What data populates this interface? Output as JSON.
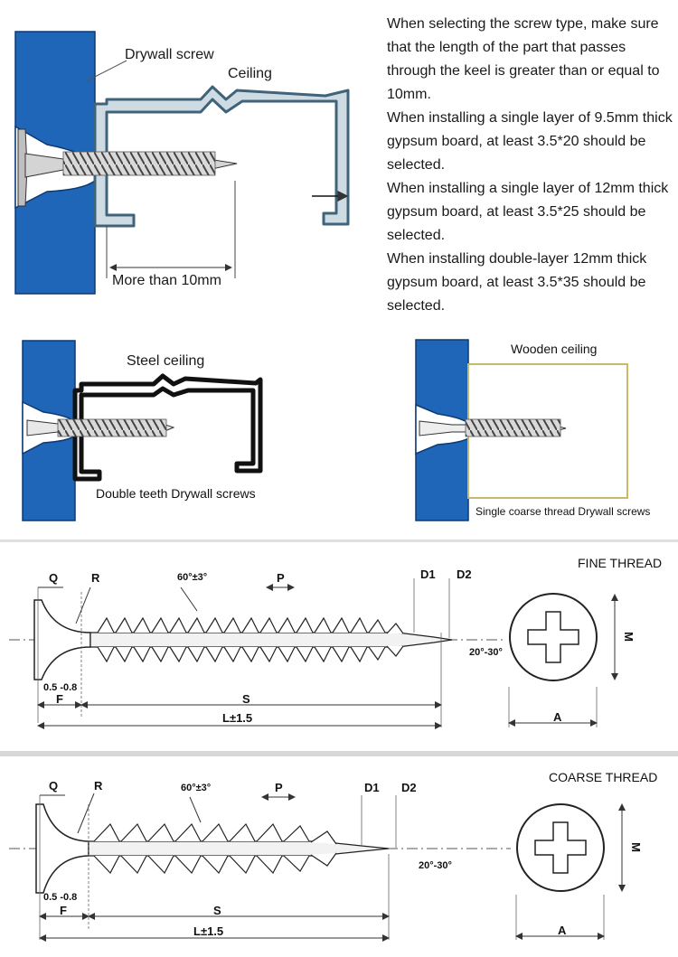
{
  "panel_main": {
    "labels": {
      "drywall_screw": "Drywall screw",
      "ceiling": "Ceiling",
      "more_than": "More than 10mm"
    }
  },
  "notes": [
    "When selecting the screw type, make sure that the length of the part that passes through the keel is greater than or equal to 10mm.",
    "When installing a single layer of 9.5mm  thick gypsum board, at least 3.5*20 should be selected.",
    "When installing a single layer of 12mm thick gypsum board, at least 3.5*25 should be selected.",
    "When installing double-layer 12mm thick gypsum board, at least 3.5*35 should be selected."
  ],
  "panel_steel": {
    "title": "Steel ceiling",
    "caption": "Double teeth Drywall screws"
  },
  "panel_wood": {
    "title": "Wooden ceiling",
    "caption": "Single coarse thread Drywall screws"
  },
  "fine": {
    "title": "FINE THREAD",
    "labels": {
      "q": "Q",
      "r": "R",
      "angle": "60°±3°",
      "p": "P",
      "d1": "D1",
      "d2": "D2",
      "tip": "20°-30°",
      "m": "M",
      "range": "0.5 -0.8",
      "f": "F",
      "s": "S",
      "l": "L±1.5",
      "a": "A"
    }
  },
  "coarse": {
    "title": "COARSE THREAD",
    "labels": {
      "q": "Q",
      "r": "R",
      "angle": "60°±3°",
      "p": "P",
      "d1": "D1",
      "d2": "D2",
      "tip": "20°-30°",
      "m": "M",
      "range": "0.5 -0.8",
      "f": "F",
      "s": "S",
      "l": "L±1.5",
      "a": "A"
    }
  },
  "colors": {
    "board": "#1f66b8",
    "keel": "#3f6378",
    "steel": "#111111",
    "wood": "#c9b96a"
  }
}
